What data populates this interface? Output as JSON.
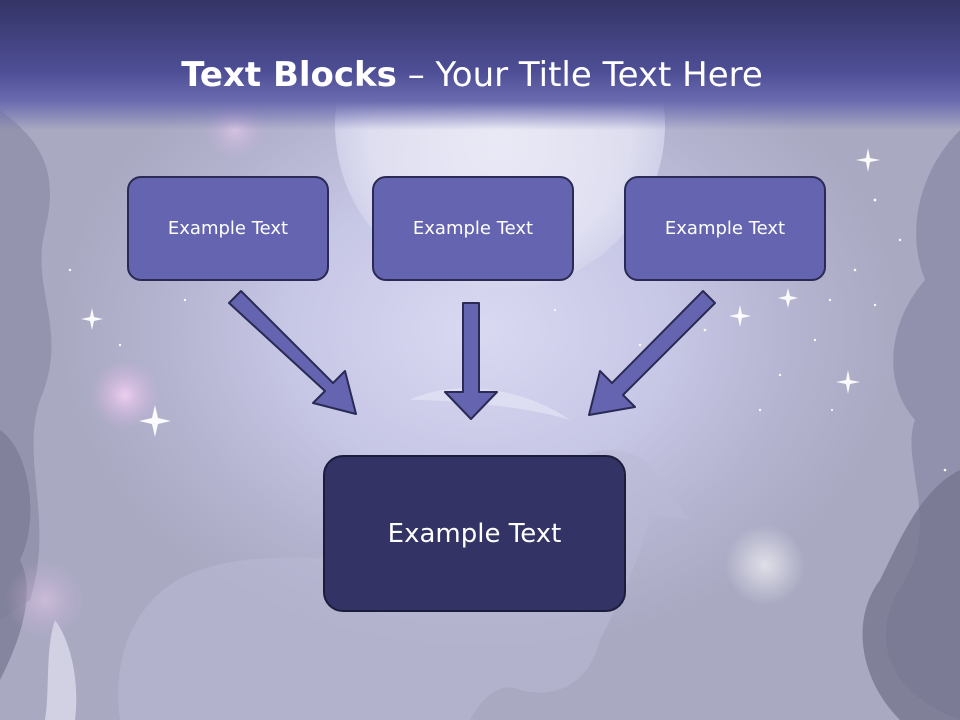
{
  "title": {
    "bold_part": "Text Blocks",
    "separator": " – ",
    "rest": "Your Title Text Here"
  },
  "boxes": {
    "top": [
      {
        "label": "Example Text"
      },
      {
        "label": "Example Text"
      },
      {
        "label": "Example Text"
      }
    ],
    "bottom": {
      "label": "Example Text"
    }
  },
  "colors": {
    "title_band": "#4e4e96",
    "box_fill": "#6464b0",
    "bottom_box_fill": "#333366",
    "arrow_fill": "#6464b0",
    "outline": "#2a2a55"
  },
  "icons": {
    "arrows": [
      "arrow-down-right-icon",
      "arrow-down-icon",
      "arrow-down-left-icon"
    ]
  }
}
